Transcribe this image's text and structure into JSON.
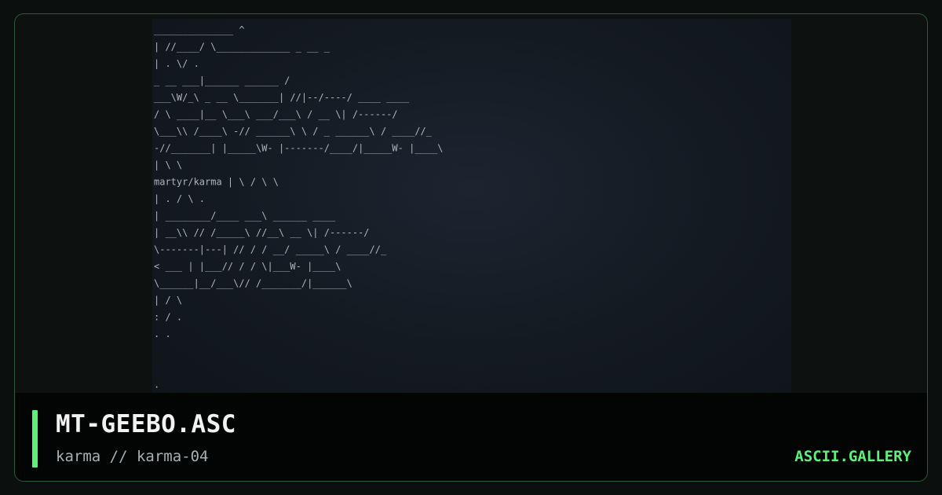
{
  "artwork": {
    "ascii_lines": [
      "             ______________      ^",
      "              |            //____/ \\_____________    _ __     _",
      "              |       .             \\/         .",
      "      _ __    ___|______      ______              /",
      "  ___\\W/_\\  _ __  \\_______|     //|--/----/ ____  ____",
      " /   \\  ____|__ \\___\\  ___/___\\  /  __  \\|  /------/",
      " \\___\\\\    /____\\ -// ______\\  \\    /  _  ______\\  / ____//_",
      "  -//_______|       |_____\\W- |-------/____/|_____W- |____\\",
      "              |         \\                 \\",
      "martyr/karma  |          \\      /     \\      \\",
      "              |           .    /       \\      .",
      "              |       ________/____    ___\\  ______  ____",
      "              |   __\\\\     //  /_____\\ //__\\  __   \\|  /------/",
      "         \\-------|---|    //   /   /     __/ _____\\   / ____//_",
      "         <  ___  |   |___//  /   /       \\|___W-  |____\\",
      "         \\______|__/___\\// /_______/|______\\",
      "              |          /               \\",
      "              :         /                 .",
      "              .        .",
      "",
      "",
      "              ."
    ]
  },
  "footer": {
    "title": "MT-GEEBO.ASC",
    "subtitle": "karma // karma-04",
    "brand": "ASCII.GALLERY"
  },
  "colors": {
    "accent": "#5ff07a",
    "border": "#2a5a3a",
    "background": "#0b0f0d"
  }
}
